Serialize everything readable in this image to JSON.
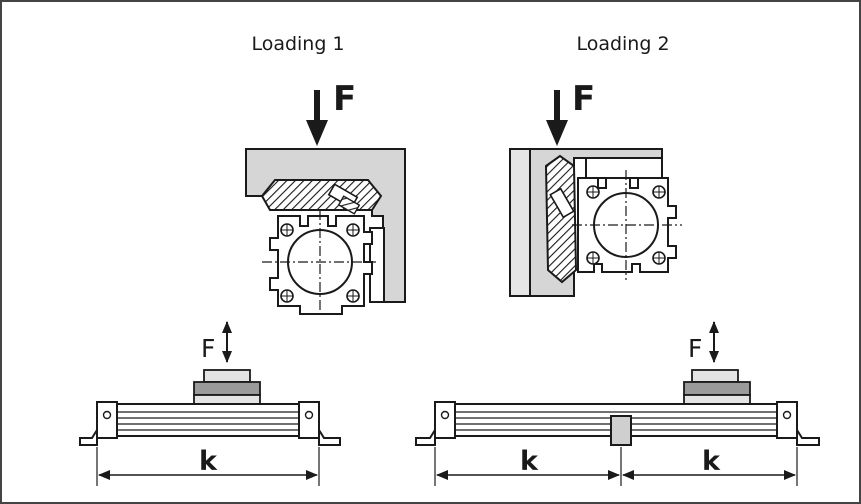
{
  "labels": {
    "loading1": "Loading 1",
    "loading2": "Loading 2",
    "force_top_1": "F",
    "force_top_2": "F",
    "force_bottom_1": "F",
    "force_bottom_2": "F",
    "span_left": "k",
    "span_mid": "k",
    "span_right": "k"
  },
  "colors": {
    "frame": "#444444",
    "line": "#1a1a1a",
    "plate": "#d6d6d6",
    "plate_dark": "#9a9a9a",
    "hatch": "#1a1a1a"
  }
}
